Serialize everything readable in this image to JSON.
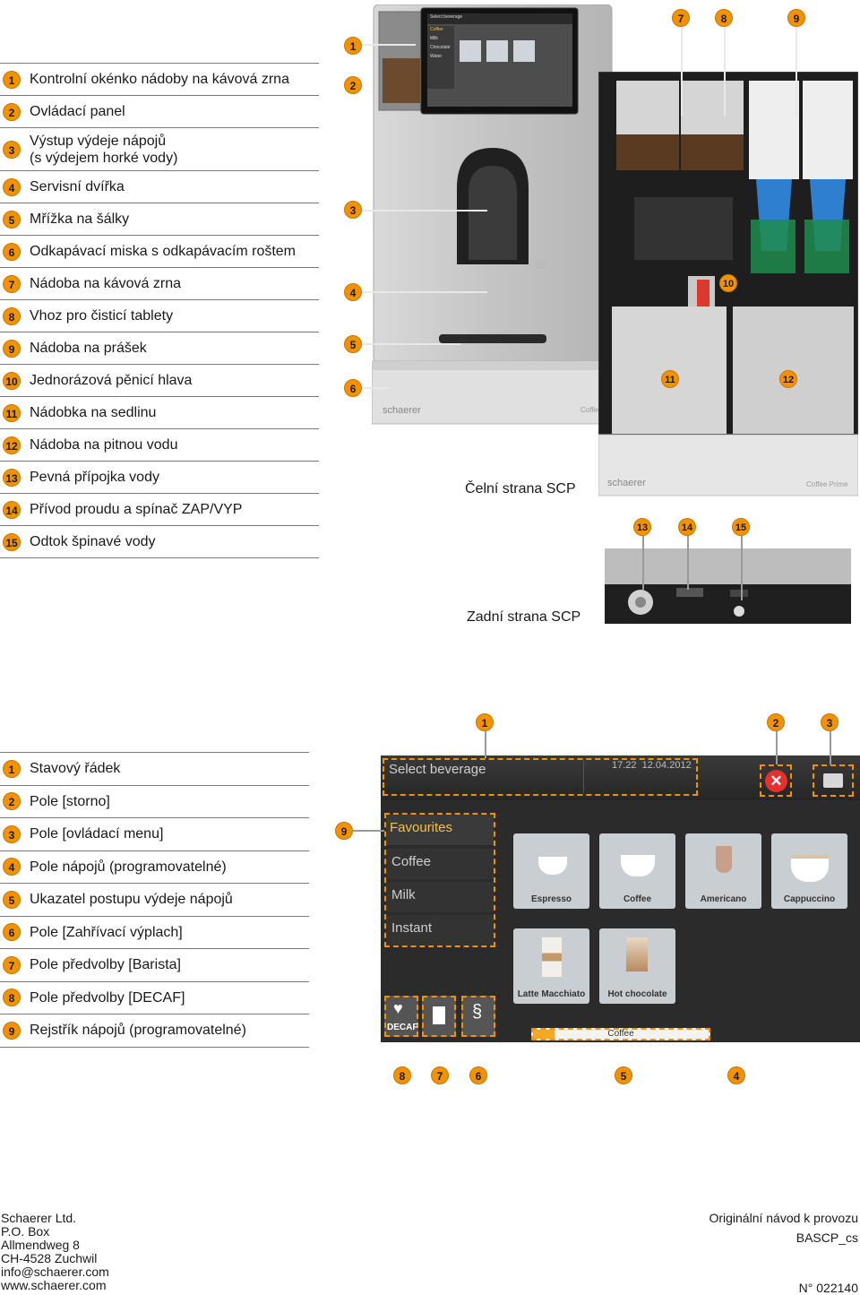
{
  "legend_top": [
    {
      "num": "1",
      "text": "Kontrolní okénko nádoby na kávová zrna"
    },
    {
      "num": "2",
      "text": "Ovládací panel"
    },
    {
      "num": "3",
      "text": "Výstup výdeje nápojů\n(s výdejem horké vody)"
    },
    {
      "num": "4",
      "text": "Servisní dvířka"
    },
    {
      "num": "5",
      "text": "Mřížka na šálky"
    },
    {
      "num": "6",
      "text": "Odkapávací miska s odkapávacím roštem"
    },
    {
      "num": "7",
      "text": "Nádoba na kávová zrna"
    },
    {
      "num": "8",
      "text": "Vhoz pro čisticí tablety"
    },
    {
      "num": "9",
      "text": "Nádoba na prášek"
    },
    {
      "num": "10",
      "text": "Jednorázová pěnicí hlava"
    },
    {
      "num": "11",
      "text": "Nádobka na sedlinu"
    },
    {
      "num": "12",
      "text": "Nádoba na pitnou vodu"
    },
    {
      "num": "13",
      "text": "Pevná přípojka vody"
    },
    {
      "num": "14",
      "text": "Přívod proudu a spínač ZAP/VYP"
    },
    {
      "num": "15",
      "text": "Odtok špinavé vody"
    }
  ],
  "legend_bottom": [
    {
      "num": "1",
      "text": "Stavový řádek"
    },
    {
      "num": "2",
      "text": "Pole [storno]"
    },
    {
      "num": "3",
      "text": "Pole [ovládací menu]"
    },
    {
      "num": "4",
      "text": "Pole nápojů (programovatelné)"
    },
    {
      "num": "5",
      "text": "Ukazatel postupu výdeje nápojů"
    },
    {
      "num": "6",
      "text": "Pole [Zahřívací výplach]"
    },
    {
      "num": "7",
      "text": "Pole předvolby [Barista]"
    },
    {
      "num": "8",
      "text": "Pole předvolby [DECAF]"
    },
    {
      "num": "9",
      "text": "Rejstřík nápojů (programovatelné)"
    }
  ],
  "captions": {
    "front": "Čelní strana SCP",
    "rear": "Zadní strana SCP"
  },
  "machine": {
    "brand_front": "schaerer",
    "model_front": "Coffee",
    "brand_open": "schaerer",
    "model_open": "Coffee Prime",
    "mini_screen_title": "Select beverage",
    "mini_screen_tabs": [
      "Coffee",
      "Milk",
      "Chocolate",
      "Water"
    ]
  },
  "screen": {
    "status_title": "Select beverage",
    "datetime": "17.22  12.04.2012",
    "tabs": [
      "Favourites",
      "Coffee",
      "Milk",
      "Instant"
    ],
    "beverages": [
      "Espresso",
      "Coffee",
      "Americano",
      "Cappuccino",
      "Latte Macchiato",
      "Hot chocolate"
    ],
    "decaf_label": "DECAF",
    "progress_label": "Coffee",
    "progress": 0.12
  },
  "callouts_photo": [
    "1",
    "2",
    "3",
    "4",
    "5",
    "6",
    "7",
    "8",
    "9",
    "10",
    "11",
    "12",
    "13",
    "14",
    "15"
  ],
  "callouts_screen": [
    "1",
    "2",
    "3",
    "9",
    "8",
    "7",
    "6",
    "5",
    "4"
  ],
  "footer": {
    "company": "Schaerer Ltd.",
    "pobox": "P.O. Box",
    "street": "Allmendweg 8",
    "city": "CH-4528 Zuchwil",
    "email": "info@schaerer.com",
    "web": "www.schaerer.com",
    "doc_type": "Originální návod k provozu",
    "doc_code": "BASCP_cs",
    "doc_number": "N° 022140"
  },
  "colors": {
    "badge": "#f39200",
    "dashed": "#f39200",
    "screen_bg": "#2b2b2b",
    "tab_active": "#f6c04a",
    "cancel": "#e53030",
    "water_tank": "#d6d6d6",
    "powder_blue": "#2f7fd1"
  }
}
